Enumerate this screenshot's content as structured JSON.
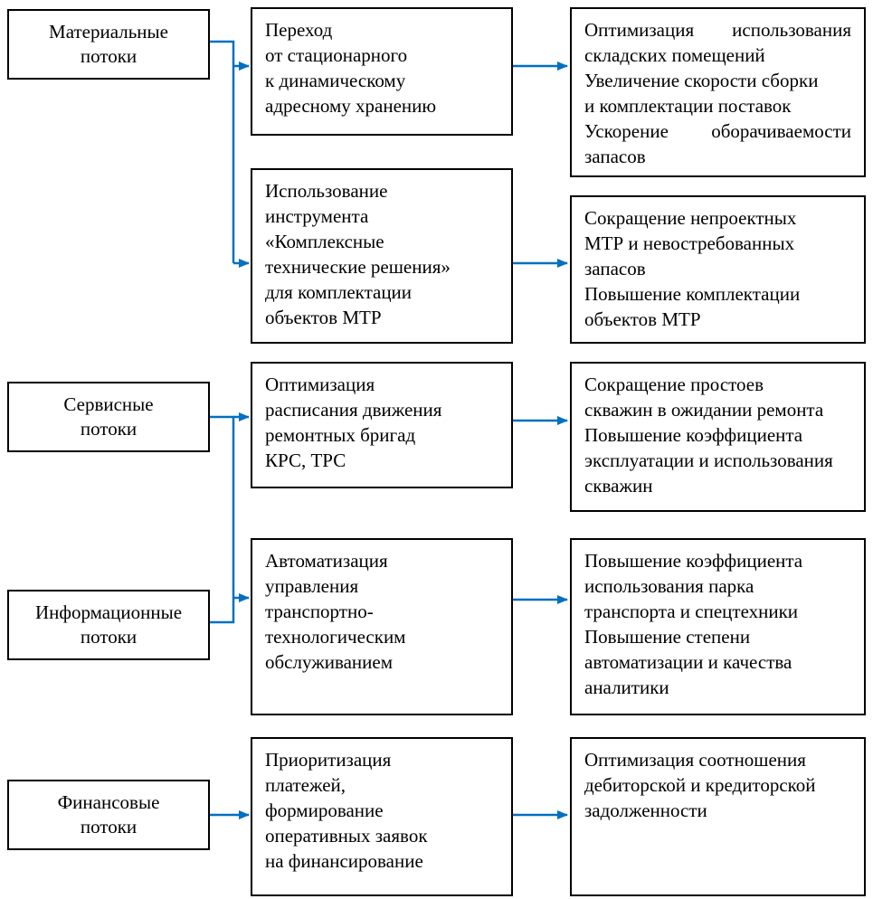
{
  "colors": {
    "arrow": "#0070C0",
    "border": "#000000",
    "text": "#000000",
    "background": "#FFFFFF"
  },
  "flows": [
    {
      "name": "material",
      "lines": [
        "Материальные",
        "потоки"
      ]
    },
    {
      "name": "service",
      "lines": [
        "Сервисные",
        "потоки"
      ]
    },
    {
      "name": "information",
      "lines": [
        "Информационные",
        "потоки"
      ]
    },
    {
      "name": "financial",
      "lines": [
        "Финансовые",
        "потоки"
      ]
    }
  ],
  "initiatives": [
    {
      "lines": [
        "Переход",
        "от стационарного",
        "к динамическому",
        "адресному хранению"
      ]
    },
    {
      "lines": [
        "Использование",
        "инструмента",
        "«Комплексные",
        "технические решения»",
        "для комплектации",
        "объектов МТР"
      ]
    },
    {
      "lines": [
        "Оптимизация",
        "расписания движения",
        "ремонтных бригад",
        "КРС, ТРС"
      ]
    },
    {
      "lines": [
        "Автоматизация",
        "управления",
        "транспортно-",
        "технологическим",
        "обслуживанием"
      ]
    },
    {
      "lines": [
        "Приоритизация",
        "платежей,",
        "формирование",
        "оперативных заявок",
        "на финансирование"
      ]
    }
  ],
  "outcomes": [
    {
      "items": [
        {
          "justified": true,
          "lines": [
            "Оптимизация использования",
            "складских помещений"
          ]
        },
        {
          "justified": false,
          "lines": [
            "Увеличение скорости сборки",
            "и комплектации поставок"
          ]
        },
        {
          "justified": true,
          "lines": [
            "Ускорение оборачиваемости",
            "запасов"
          ]
        }
      ]
    },
    {
      "items": [
        {
          "justified": false,
          "lines": [
            "Сокращение непроектных",
            "МТР и невостребованных",
            "запасов"
          ]
        },
        {
          "justified": false,
          "lines": [
            "Повышение комплектации",
            "объектов МТР"
          ]
        }
      ]
    },
    {
      "items": [
        {
          "justified": false,
          "lines": [
            "Сокращение простоев",
            "скважин в ожидании ремонта"
          ]
        },
        {
          "justified": false,
          "lines": [
            "Повышение коэффициента",
            "эксплуатации и использования",
            "скважин"
          ]
        }
      ]
    },
    {
      "items": [
        {
          "justified": false,
          "lines": [
            "Повышение коэффициента",
            "использования парка",
            "транспорта и спецтехники"
          ]
        },
        {
          "justified": false,
          "lines": [
            "Повышение степени",
            "автоматизации и качества",
            "аналитики"
          ]
        }
      ]
    },
    {
      "items": [
        {
          "justified": false,
          "lines": [
            "Оптимизация соотношения",
            "дебиторской и кредиторской",
            "задолженности"
          ]
        }
      ]
    }
  ]
}
